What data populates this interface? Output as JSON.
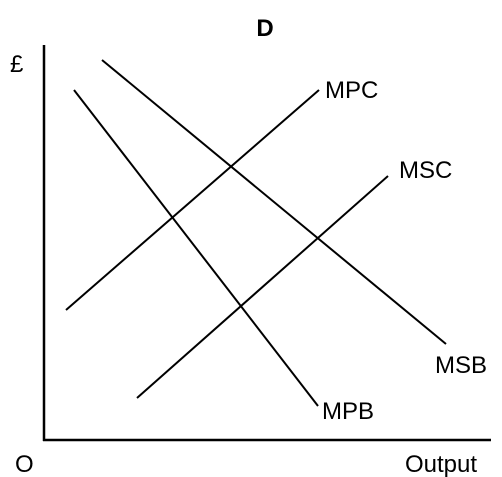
{
  "title": "D",
  "y_axis_label": "£",
  "x_axis_label": "Output",
  "origin_label": "O",
  "curves": {
    "mpc": "MPC",
    "msc": "MSC",
    "msb": "MSB",
    "mpb": "MPB"
  },
  "colors": {
    "ink": "#000000",
    "background": "#ffffff"
  }
}
